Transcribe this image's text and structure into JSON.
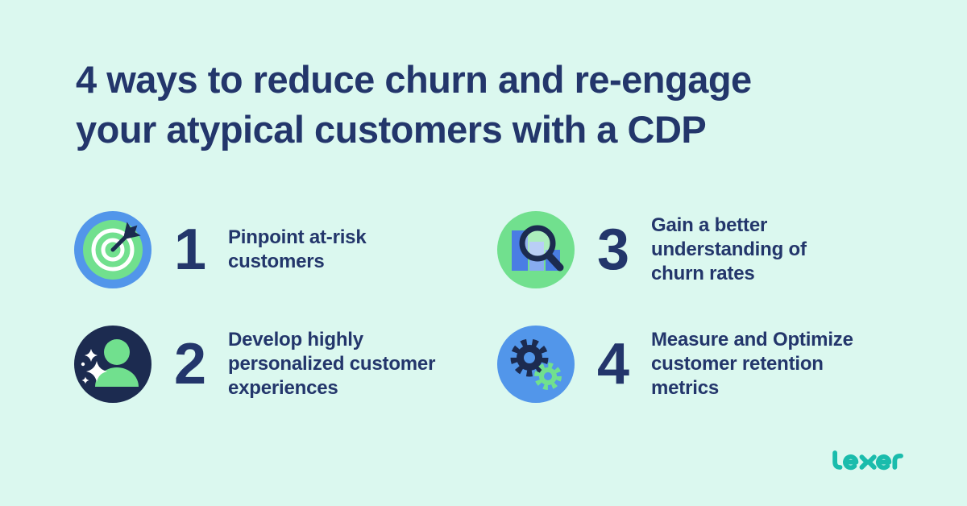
{
  "title": {
    "text": "4 ways to reduce churn and re-engage\nyour atypical customers with a CDP"
  },
  "items": [
    {
      "number": "1",
      "label": "Pinpoint at-risk\ncustomers",
      "icon": "target-dart-icon"
    },
    {
      "number": "3",
      "label": "Gain a better\nunderstanding of\nchurn rates",
      "icon": "bar-chart-magnifier-icon"
    },
    {
      "number": "2",
      "label": "Develop highly\npersonalized customer\nexperiences",
      "icon": "person-sparkles-icon"
    },
    {
      "number": "4",
      "label": "Measure and Optimize\ncustomer retention\nmetrics",
      "icon": "gears-icon"
    }
  ],
  "logo": {
    "text": "Lexer"
  },
  "colors": {
    "background": "#dbf8ef",
    "navy": "#23366b",
    "dark_navy": "#1c2b50",
    "blue": "#5296ea",
    "bar_blue": "#4a7de4",
    "bar_blue_light": "#87abf0",
    "green": "#71e08e",
    "teal": "#1abcac",
    "white": "#ffffff"
  }
}
